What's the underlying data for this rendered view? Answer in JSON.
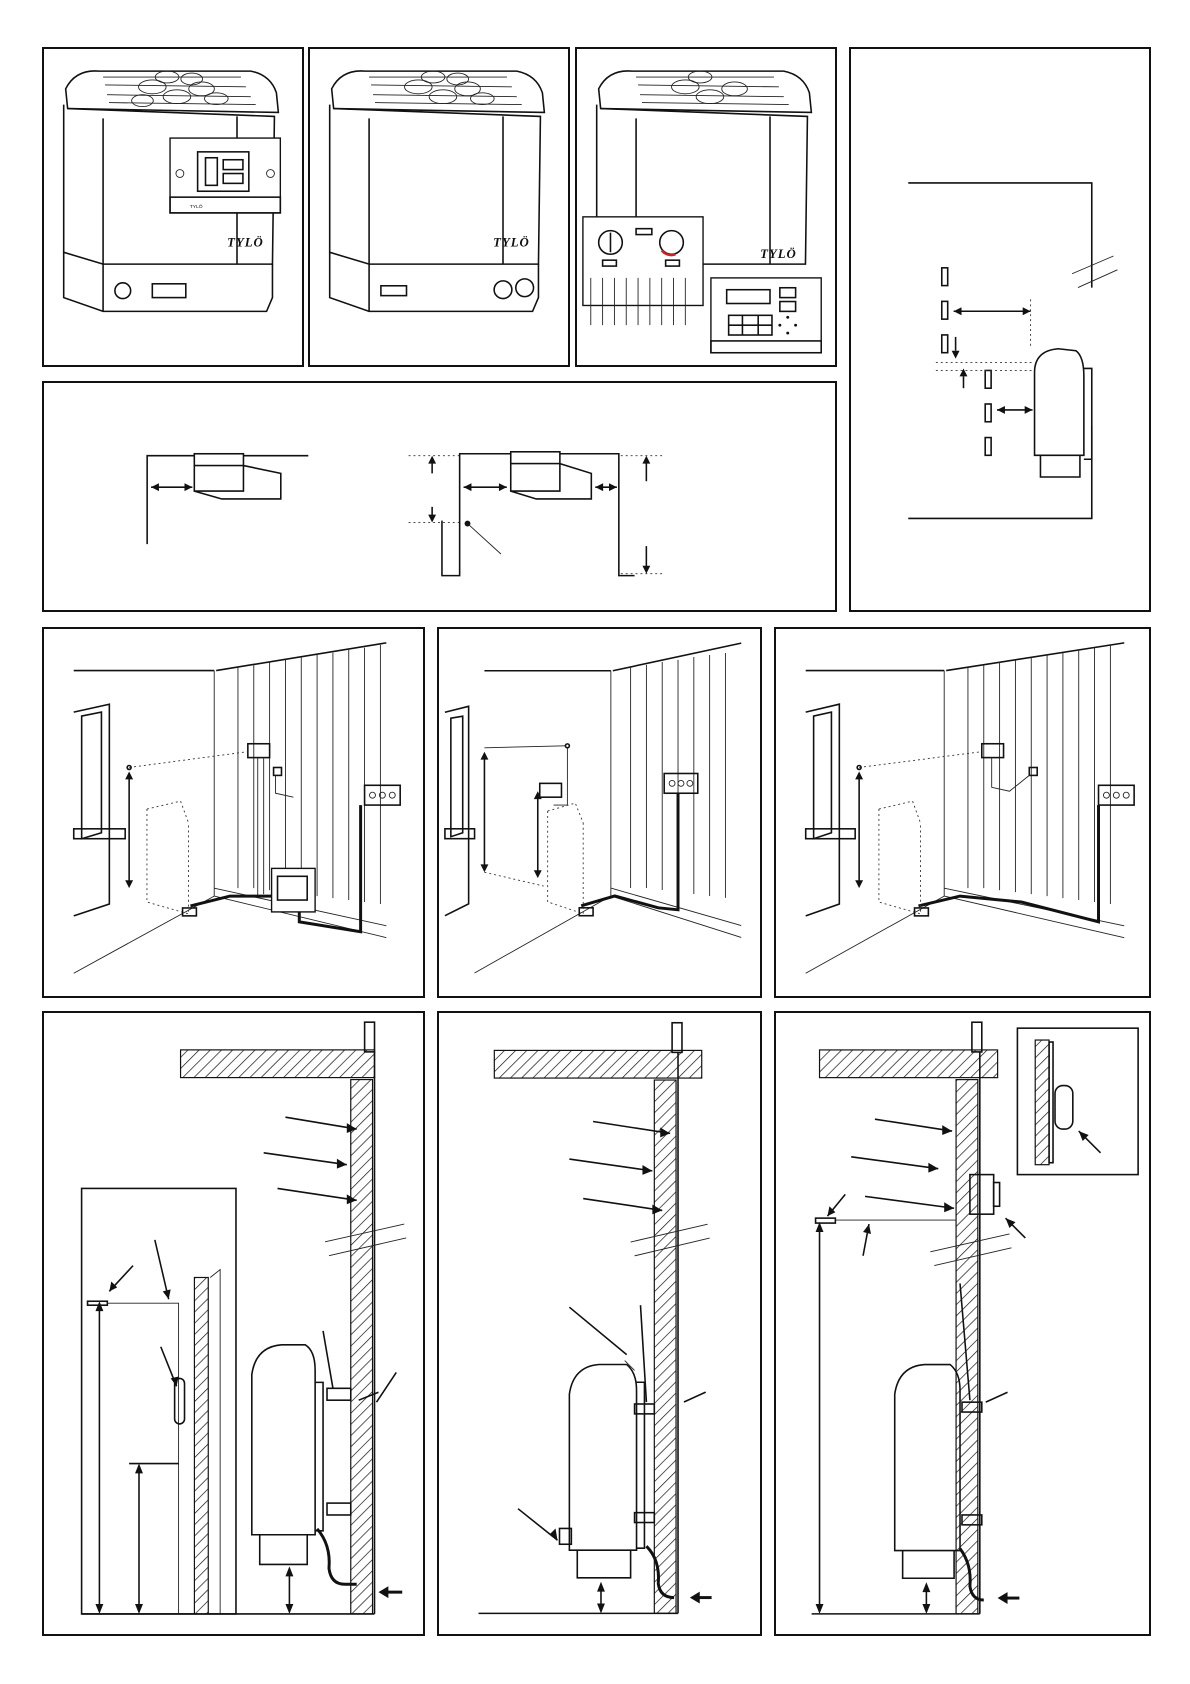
{
  "brand": {
    "heater_logo": "TYLÖ"
  },
  "colors": {
    "line": "#111111",
    "background": "#ffffff",
    "thermostat_accent": "#cc2222"
  },
  "panels": [
    {
      "id": "heater-with-front-control",
      "icon": "heater-icon"
    },
    {
      "id": "heater-plain",
      "icon": "heater-icon"
    },
    {
      "id": "heater-with-external-controls",
      "icon": "heater-icon"
    },
    {
      "id": "wall-clearance-side-view",
      "icon": "dimension-icon"
    },
    {
      "id": "ceiling-clearance-top-view",
      "icon": "dimension-icon"
    },
    {
      "id": "room-installation-1",
      "icon": "room-icon"
    },
    {
      "id": "room-installation-2",
      "icon": "room-icon"
    },
    {
      "id": "room-installation-3",
      "icon": "room-icon"
    },
    {
      "id": "wall-section-1",
      "icon": "section-icon"
    },
    {
      "id": "wall-section-2",
      "icon": "section-icon"
    },
    {
      "id": "wall-section-3",
      "icon": "section-icon"
    }
  ]
}
